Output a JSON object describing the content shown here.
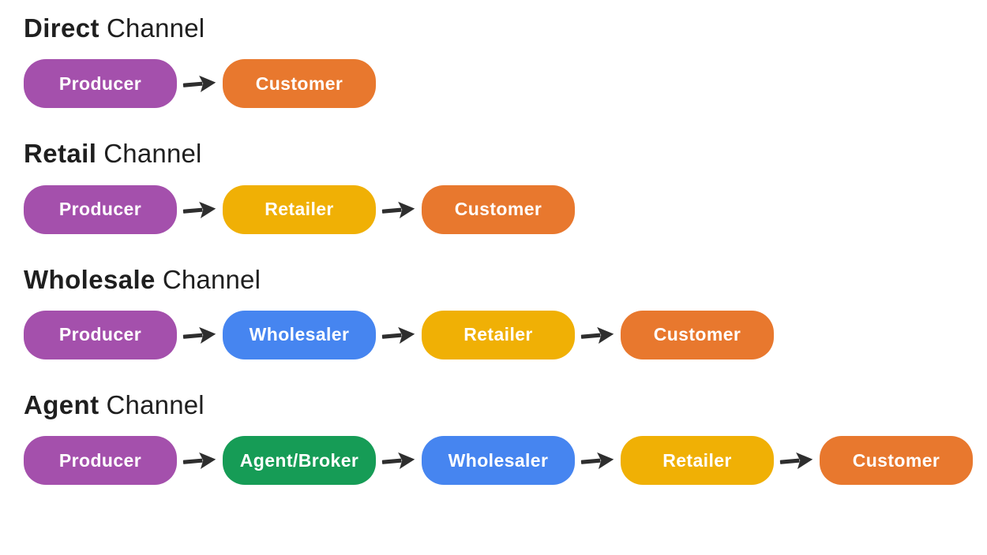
{
  "palette": {
    "producer": "#a450ac",
    "agent": "#169c56",
    "wholesaler": "#4685f0",
    "retailer": "#f0b005",
    "customer": "#e8782e",
    "arrow": "#2e2e2e",
    "title": "#1f1f1f",
    "background": "#ffffff",
    "pill_text": "#ffffff"
  },
  "sections": [
    {
      "title_bold": "Direct",
      "title_rest": "Channel",
      "nodes": [
        {
          "label": "Producer",
          "color_key": "producer"
        },
        {
          "label": "Customer",
          "color_key": "customer"
        }
      ]
    },
    {
      "title_bold": "Retail",
      "title_rest": "Channel",
      "nodes": [
        {
          "label": "Producer",
          "color_key": "producer"
        },
        {
          "label": "Retailer",
          "color_key": "retailer"
        },
        {
          "label": "Customer",
          "color_key": "customer"
        }
      ]
    },
    {
      "title_bold": "Wholesale",
      "title_rest": "Channel",
      "nodes": [
        {
          "label": "Producer",
          "color_key": "producer"
        },
        {
          "label": "Wholesaler",
          "color_key": "wholesaler"
        },
        {
          "label": "Retailer",
          "color_key": "retailer"
        },
        {
          "label": "Customer",
          "color_key": "customer"
        }
      ]
    },
    {
      "title_bold": "Agent",
      "title_rest": "Channel",
      "nodes": [
        {
          "label": "Producer",
          "color_key": "producer"
        },
        {
          "label": "Agent/Broker",
          "color_key": "agent"
        },
        {
          "label": "Wholesaler",
          "color_key": "wholesaler"
        },
        {
          "label": "Retailer",
          "color_key": "retailer"
        },
        {
          "label": "Customer",
          "color_key": "customer"
        }
      ]
    }
  ]
}
